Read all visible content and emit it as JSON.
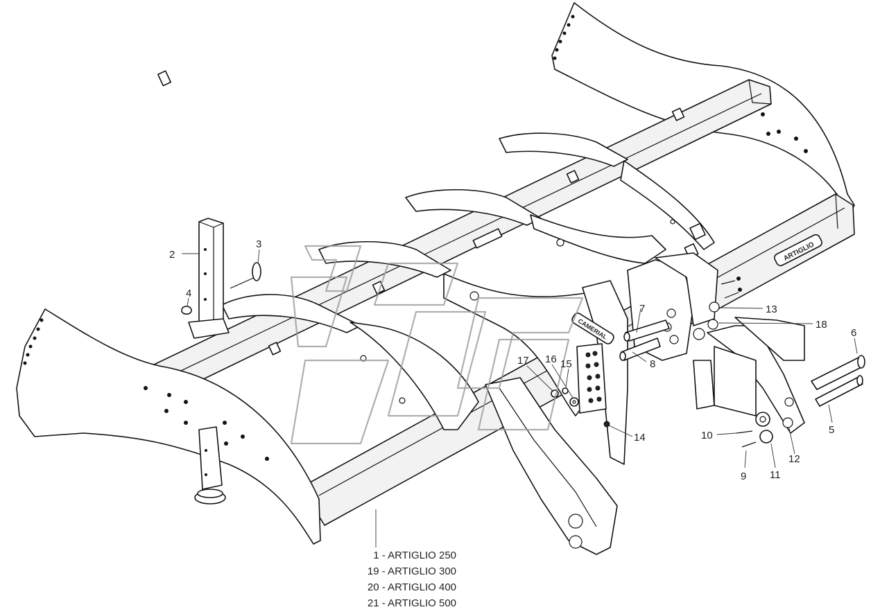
{
  "diagram": {
    "callouts": [
      {
        "id": "c2",
        "text": "2"
      },
      {
        "id": "c3",
        "text": "3"
      },
      {
        "id": "c4",
        "text": "4"
      },
      {
        "id": "c5",
        "text": "5"
      },
      {
        "id": "c6",
        "text": "6"
      },
      {
        "id": "c7",
        "text": "7"
      },
      {
        "id": "c8",
        "text": "8"
      },
      {
        "id": "c9",
        "text": "9"
      },
      {
        "id": "c10",
        "text": "10"
      },
      {
        "id": "c11",
        "text": "11"
      },
      {
        "id": "c12",
        "text": "12"
      },
      {
        "id": "c13",
        "text": "13"
      },
      {
        "id": "c14",
        "text": "14"
      },
      {
        "id": "c15",
        "text": "15"
      },
      {
        "id": "c16",
        "text": "16"
      },
      {
        "id": "c17",
        "text": "17"
      },
      {
        "id": "c18",
        "text": "18"
      }
    ],
    "models": [
      "1 - ARTIGLIO 250",
      "19 - ARTIGLIO 300",
      "20 - ARTIGLIO 400",
      "21 - ARTIGLIO 500"
    ],
    "plate_text": "ARTIGLIO",
    "brand_text": "CAMERIAL"
  }
}
